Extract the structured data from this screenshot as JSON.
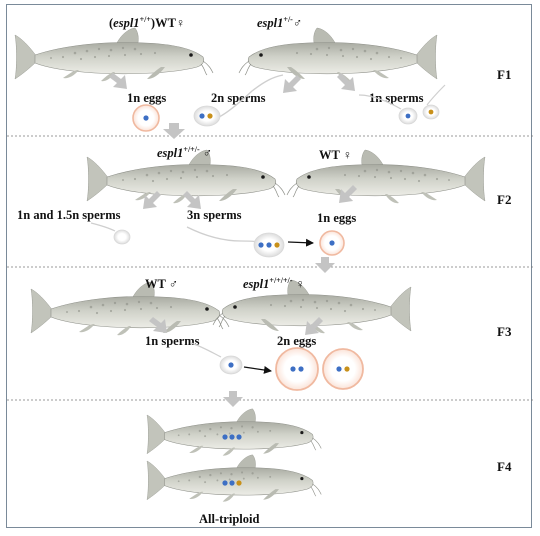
{
  "generations": [
    "F1",
    "F2",
    "F3",
    "F4"
  ],
  "f1": {
    "female_label_prefix": "(",
    "female_label_gene": "espl1",
    "female_label_sup": "+/+",
    "female_label_suffix": ")WT♀",
    "male_label_gene": "espl1",
    "male_label_sup": "+/-",
    "male_label_sex": "♂",
    "eggs": "1n eggs",
    "sperms_2n": "2n sperms",
    "sperms_1n": "1n sperms"
  },
  "f2": {
    "male_label_gene": "espl1",
    "male_label_sup": "+/+/-",
    "male_label_sex": " ♂",
    "female_label": "WT ♀",
    "sperms_mixed": "1n and 1.5n sperms",
    "sperms_3n": "3n sperms",
    "eggs": "1n eggs"
  },
  "f3": {
    "male_label": "WT ♂",
    "female_label_gene": "espl1",
    "female_label_sup": "+/+/+/-",
    "female_label_sex": " ♀",
    "sperms": "1n sperms",
    "eggs": "2n eggs"
  },
  "f4": {
    "result": "All-triploid"
  },
  "colors": {
    "blue_chromosome": "#3d6fc4",
    "gold_chromosome": "#c8901a",
    "egg_ring": "#f0b9a0",
    "fish_body": "#c9cbc2",
    "arrow_gray": "#c4c4c4"
  }
}
